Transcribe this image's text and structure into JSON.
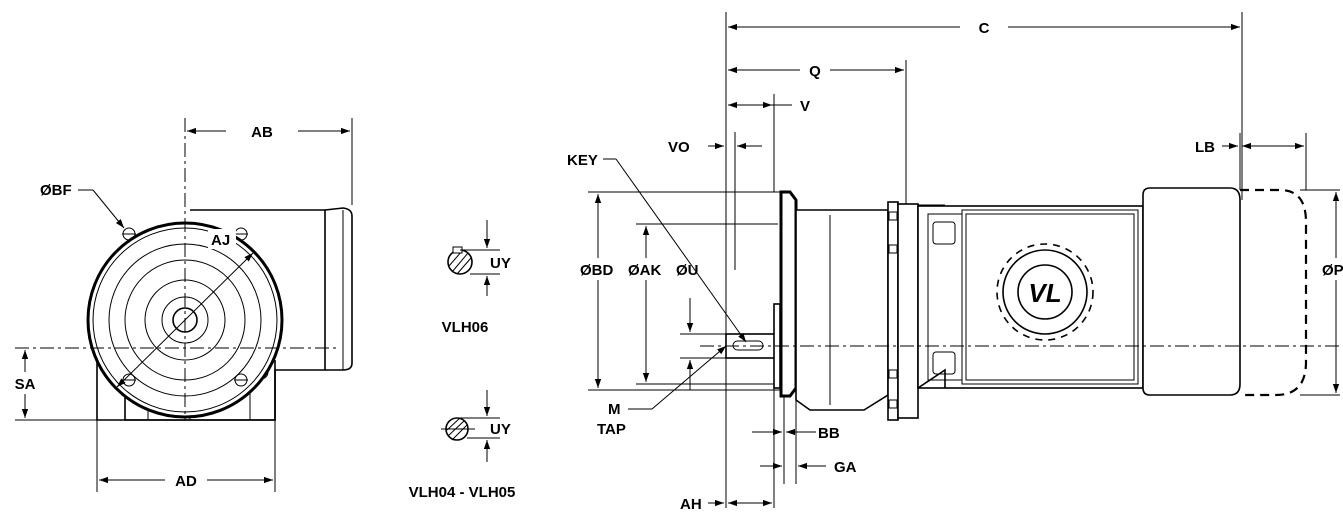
{
  "labels": {
    "AB": "AB",
    "BF": "ØBF",
    "AJ": "AJ",
    "SA": "SA",
    "AD": "AD",
    "UY_top": "UY",
    "VLH06": "VLH06",
    "UY_bottom": "UY",
    "VLH04_05": "VLH04 - VLH05",
    "C": "C",
    "Q": "Q",
    "V": "V",
    "VO": "VO",
    "KEY": "KEY",
    "LB": "LB",
    "BD": "ØBD",
    "AK": "ØAK",
    "U": "ØU",
    "M": "M",
    "TAP": "TAP",
    "BB": "BB",
    "GA": "GA",
    "AH": "AH",
    "P_cut": "ØP"
  },
  "logo": {
    "text": "VL"
  }
}
